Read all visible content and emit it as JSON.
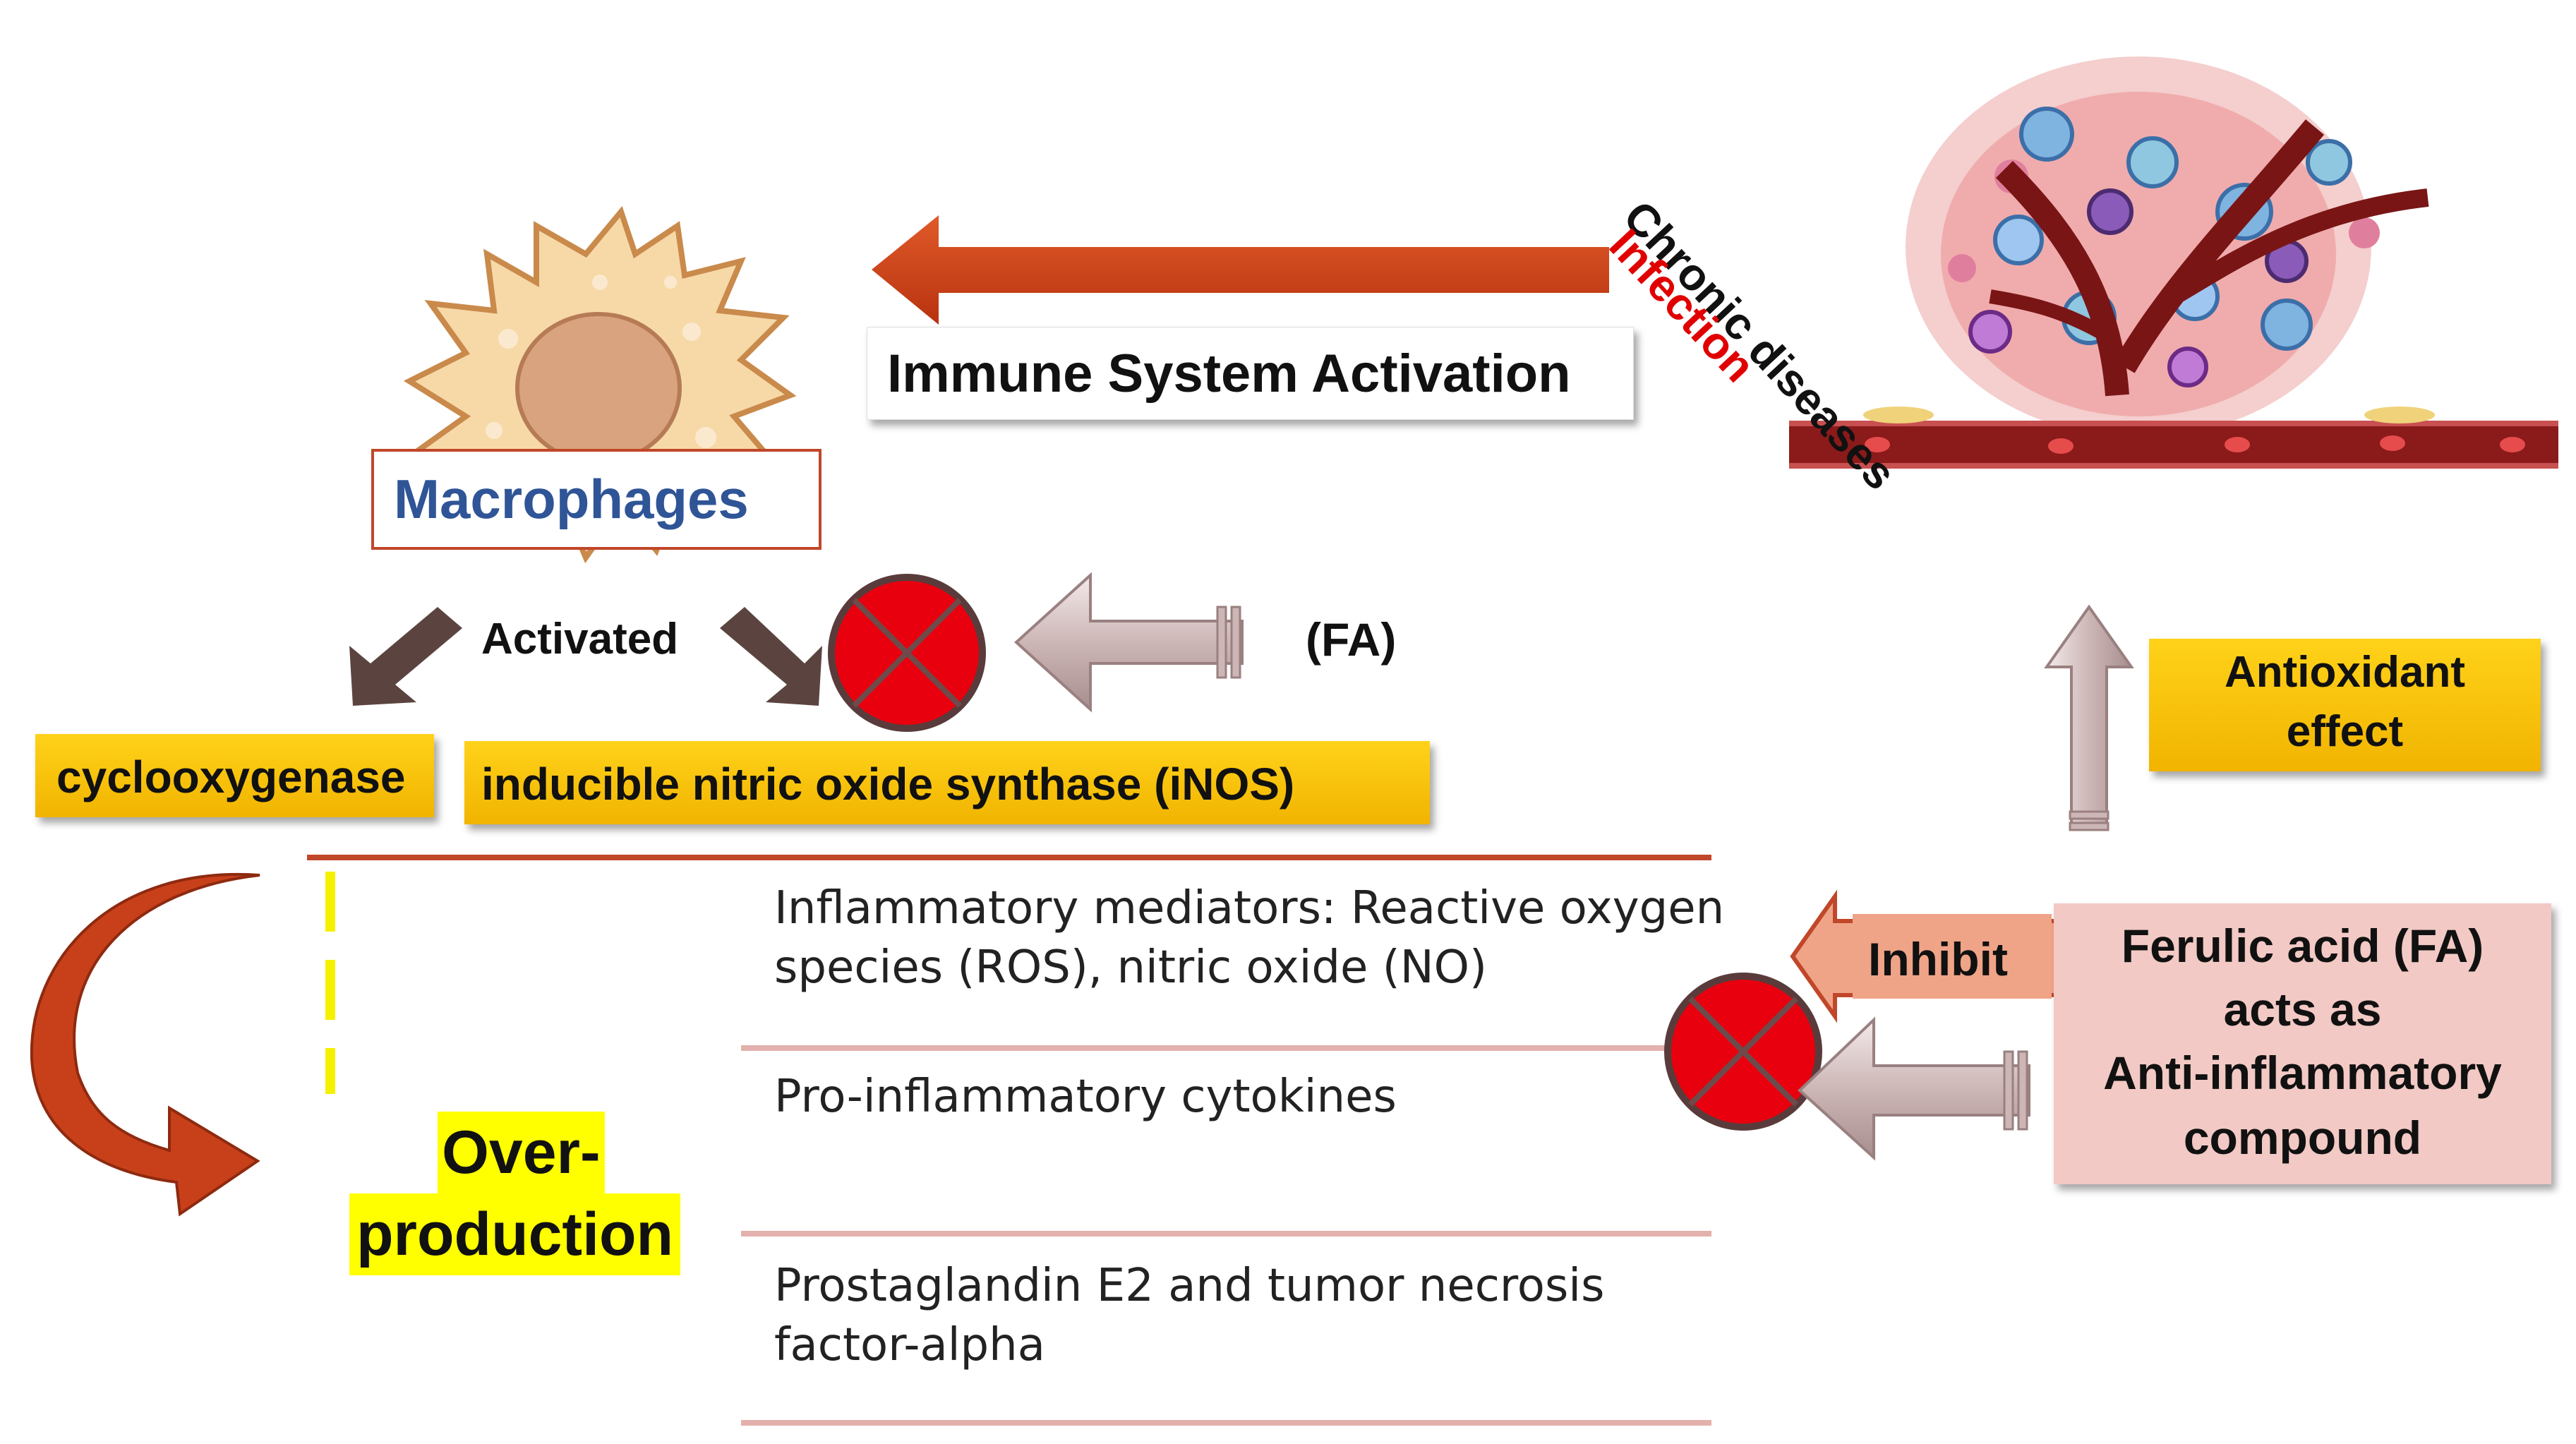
{
  "immune_activation": "Immune System Activation",
  "chronic_diseases": "Chronic diseases",
  "infection": "Infection",
  "macrophages": "Macrophages",
  "activated": "Activated",
  "fa_short": "(FA)",
  "cyclooxygenase": "cyclooxygenase",
  "inos": "inducible nitric oxide synthase (iNOS)",
  "antioxidant": [
    "Antioxidant",
    "effect"
  ],
  "inhibit": "Inhibit",
  "ferulic": [
    "Ferulic acid (FA)",
    "acts as",
    "Anti-inflammatory",
    "compound"
  ],
  "overproduction": [
    "Over-",
    "production"
  ],
  "mediators": [
    [
      "Inflammatory mediators: Reactive oxygen",
      "species (ROS), nitric oxide (NO)"
    ],
    [
      "Pro-inflammatory cytokines"
    ],
    [
      "Prostaglandin E2 and tumor necrosis",
      "factor-alpha"
    ]
  ],
  "colors": {
    "arrow_red": "#c8401a",
    "gold": "#f6c000",
    "inhibit_red": "#e8000e",
    "macrophage_fill": "#f7d9a8",
    "macrophage_nucleus": "#d9a37f",
    "label_blue": "#2f5597",
    "infection_red": "#e00000",
    "overproduction_yellow": "#ffff00",
    "vessel": "#8b1a1a"
  }
}
